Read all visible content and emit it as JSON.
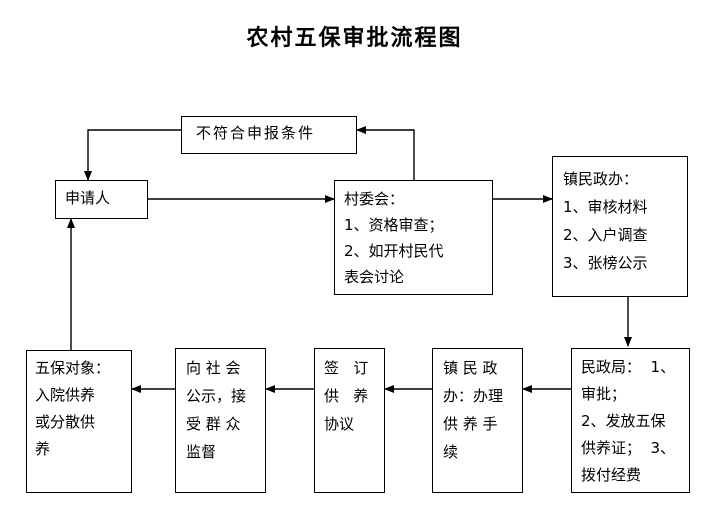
{
  "title": "农村五保审批流程图",
  "nodes": {
    "reject": {
      "lines": [
        "不符合申报条件"
      ]
    },
    "applicant": {
      "lines": [
        "申请人"
      ]
    },
    "village": {
      "lines": [
        "村委会：",
        "1、资格审查；",
        "2、如开村民代",
        "表会讨论"
      ]
    },
    "town_review": {
      "lines": [
        "镇民政办：",
        "1、审核材料",
        "2、入户调查",
        "3、张榜公示"
      ]
    },
    "civil_affairs": {
      "lines": [
        "民政局：  1、",
        "审批；",
        "2、发放五保",
        "供养证；  3、",
        "拨付经费"
      ]
    },
    "town_handle": {
      "lines": [
        "镇 民 政",
        "办：办理",
        "供 养 手",
        "续"
      ]
    },
    "agreement": {
      "lines": [
        "签   订",
        "供   养",
        "协议"
      ]
    },
    "publicize": {
      "lines": [
        "向 社 会",
        "公示，接",
        "受 群 众",
        "监督"
      ]
    },
    "recipient": {
      "lines": [
        "五保对象：",
        "入院供养",
        "或分散供",
        "养"
      ]
    }
  }
}
